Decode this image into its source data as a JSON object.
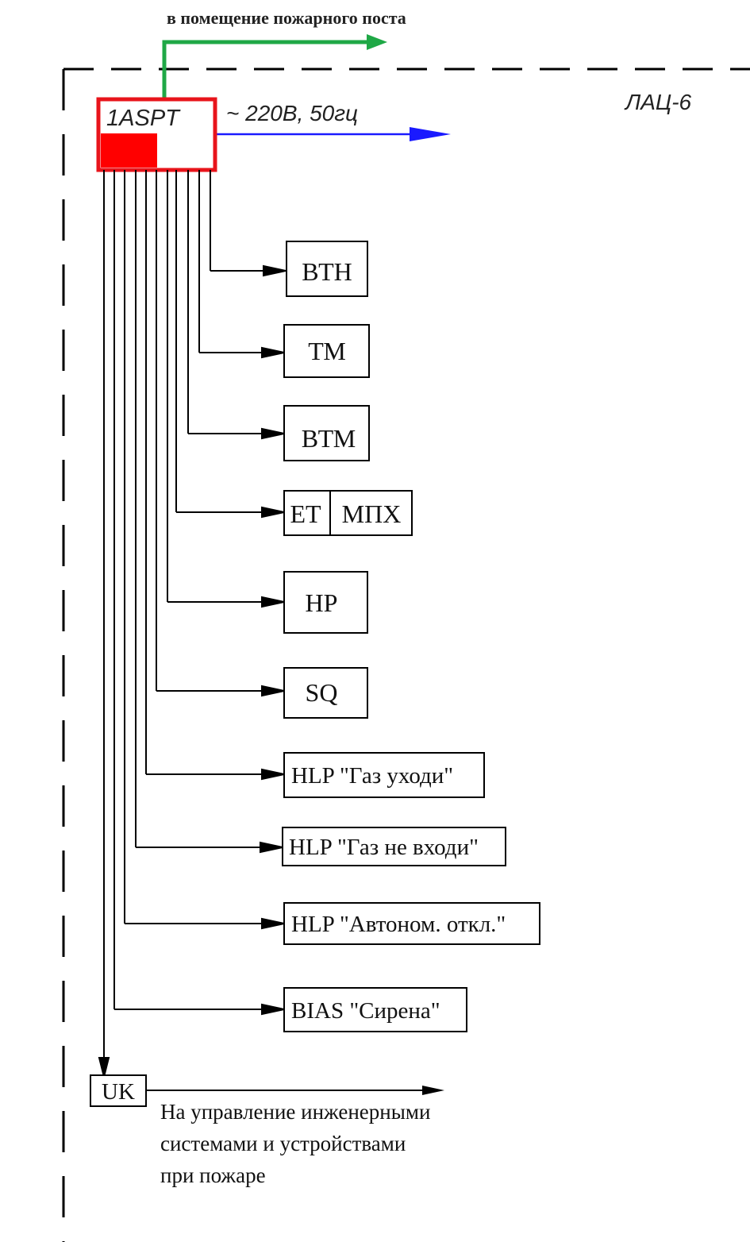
{
  "header": {
    "fire_post_label": "в помещение пожарного поста",
    "zone_label": "ЛАЦ-6",
    "power_label": "~ 220В, 50гц"
  },
  "main_unit": {
    "label": "1ASPT",
    "border_color": "#e8141b",
    "fill_color": "#ff0000"
  },
  "devices": [
    {
      "id": "vtn",
      "label": "ВТН"
    },
    {
      "id": "tm",
      "label": "ТМ"
    },
    {
      "id": "vtm",
      "label": "ВТМ"
    },
    {
      "id": "et",
      "label": "ЕТ"
    },
    {
      "id": "mpkh",
      "label": "МПХ"
    },
    {
      "id": "hp",
      "label": "HP"
    },
    {
      "id": "sq",
      "label": "SQ"
    },
    {
      "id": "hlp1",
      "label": "HLP \"Газ уходи\""
    },
    {
      "id": "hlp2",
      "label": "HLP \"Газ не входи\""
    },
    {
      "id": "hlp3",
      "label": "HLP \"Автоном. откл.\""
    },
    {
      "id": "bias",
      "label": "BIAS \"Сирена\""
    }
  ],
  "uk": {
    "label": "UK",
    "note_lines": [
      "На управление инженерными",
      "системами и устройствами",
      "при пожаре"
    ]
  },
  "colors": {
    "fire_post_arrow": "#1fa846",
    "power_arrow": "#1a1aff",
    "lines": "#000000"
  }
}
